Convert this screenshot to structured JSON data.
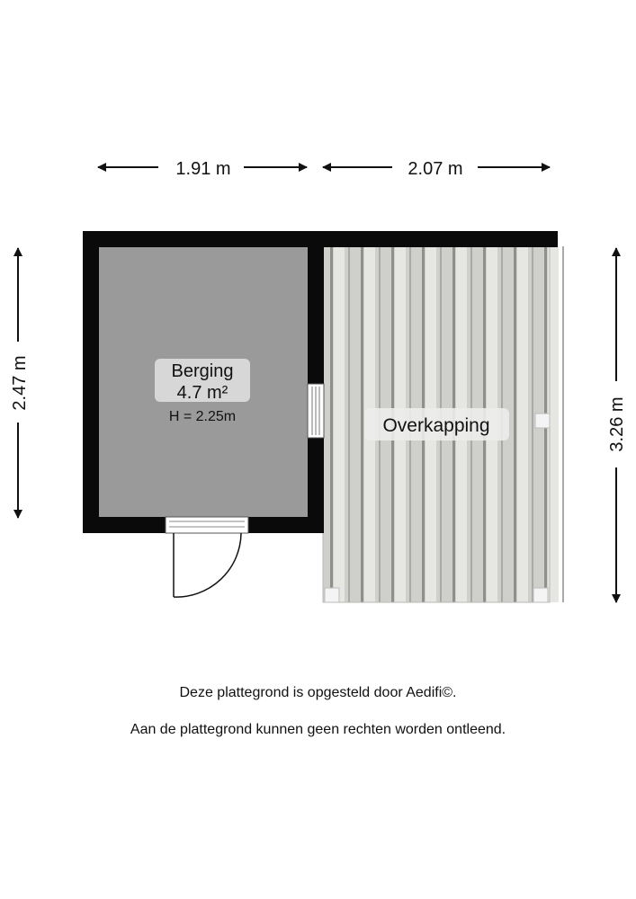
{
  "dimensions": {
    "top_left_width": "1.91 m",
    "top_right_width": "2.07 m",
    "left_height": "2.47 m",
    "right_height": "3.26 m"
  },
  "rooms": {
    "berging": {
      "name": "Berging",
      "area": "4.7 m²",
      "height": "H = 2.25m"
    },
    "overkapping": {
      "name": "Overkapping"
    }
  },
  "disclaimer": {
    "line1": "Deze plattegrond is opgesteld door Aedifi©.",
    "line2": "Aan de plattegrond kunnen geen rechten worden ontleend."
  },
  "colors": {
    "wall": "#0a0a0a",
    "room_floor": "#9a9a9a",
    "label_bg": "#dcdcdc",
    "roof_base": "#cfd0cb"
  }
}
